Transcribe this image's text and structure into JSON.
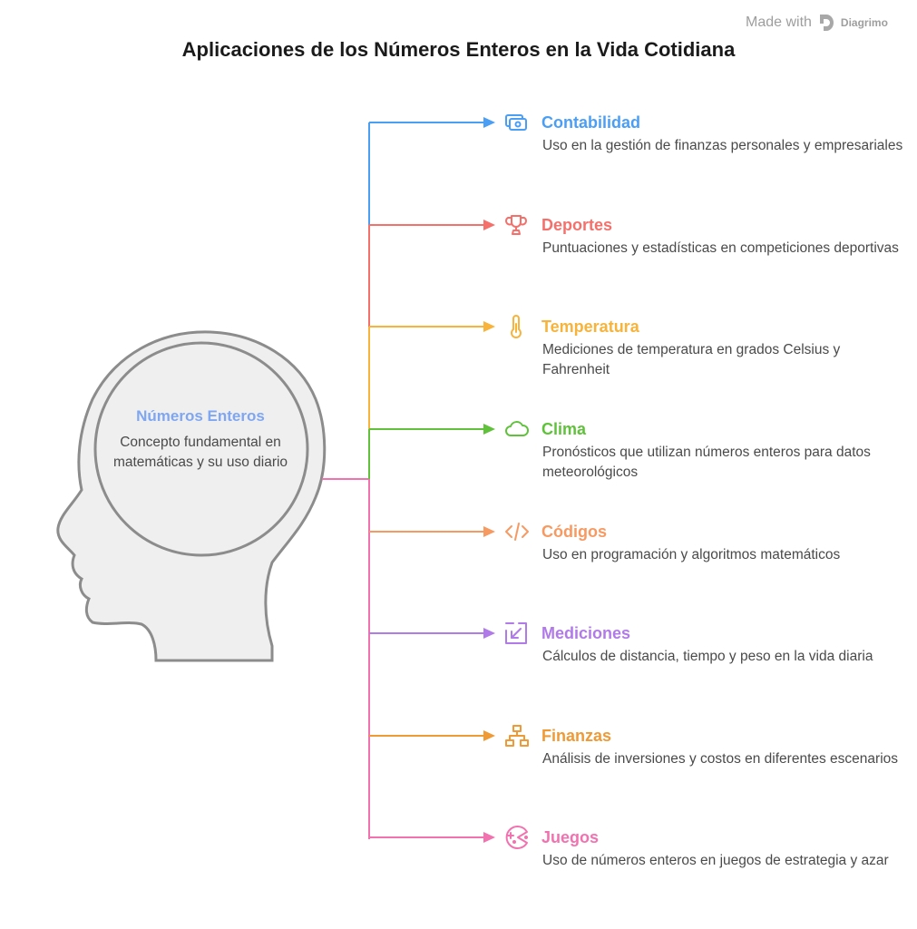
{
  "watermark": {
    "text": "Made with",
    "brand": "Diagrimo"
  },
  "title": "Aplicaciones de los Números Enteros en la Vida Cotidiana",
  "center": {
    "title": "Números Enteros",
    "description": "Concepto fundamental en matemáticas y su uso diario"
  },
  "items": [
    {
      "title": "Contabilidad",
      "description": "Uso en la gestión de finanzas personales y empresariales",
      "color": "#4a9ff5",
      "icon": "money-icon"
    },
    {
      "title": "Deportes",
      "description": "Puntuaciones y estadísticas en competiciones deportivas",
      "color": "#f5706b",
      "icon": "trophy-icon"
    },
    {
      "title": "Temperatura",
      "description": "Mediciones de temperatura en grados Celsius y Fahrenheit",
      "color": "#f7b33a",
      "icon": "thermometer-icon"
    },
    {
      "title": "Clima",
      "description": "Pronósticos que utilizan números enteros para datos meteorológicos",
      "color": "#5fc23a",
      "icon": "cloud-icon"
    },
    {
      "title": "Códigos",
      "description": "Uso en programación y algoritmos matemáticos",
      "color": "#f79a62",
      "icon": "code-icon"
    },
    {
      "title": "Mediciones",
      "description": "Cálculos de distancia, tiempo y peso en la vida diaria",
      "color": "#b07ae8",
      "icon": "measure-icon"
    },
    {
      "title": "Finanzas",
      "description": "Análisis de inversiones y costos en diferentes escenarios",
      "color": "#ef9a35",
      "icon": "hierarchy-icon"
    },
    {
      "title": "Juegos",
      "description": "Uso de números enteros en juegos de estrategia y azar",
      "color": "#f272b0",
      "icon": "game-icon"
    }
  ]
}
